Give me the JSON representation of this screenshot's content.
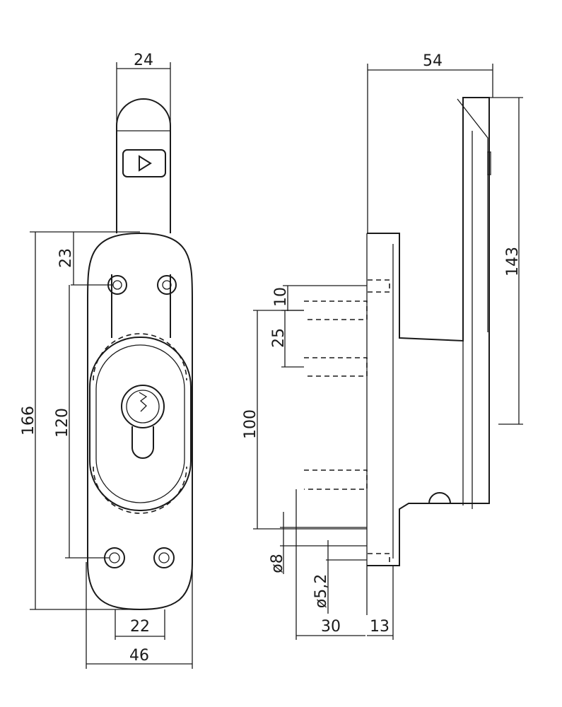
{
  "front_view": {
    "dims": {
      "top_width": "24",
      "height_total": "166",
      "hole_offset": "23",
      "hole_spacing": "120",
      "bottom_width_inner": "22",
      "bottom_width_total": "46"
    }
  },
  "side_view": {
    "dims": {
      "total_depth": "54",
      "handle_length": "143",
      "pin_gap": "10",
      "pin_spacing": "25",
      "pin_span": "100",
      "pin_diameter": "ø8",
      "screw_diameter": "ø5,2",
      "pin_length": "30",
      "plate_thickness": "13"
    }
  },
  "colors": {
    "line": "#1a1a1a",
    "background": "#ffffff"
  },
  "icons": [
    "play-triangle-icon",
    "keyhole-icon"
  ]
}
